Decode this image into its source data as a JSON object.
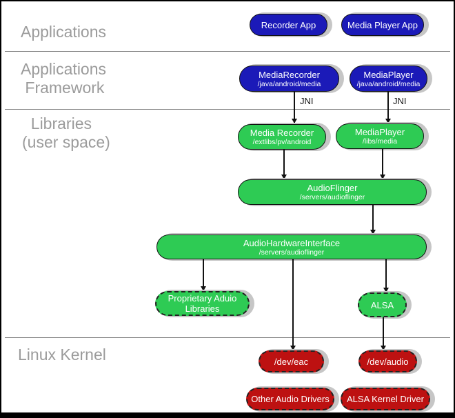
{
  "layers": {
    "applications": {
      "label": "Applications"
    },
    "framework": {
      "line1": "Applications",
      "line2": " Framework"
    },
    "libraries": {
      "line1": "  Libraries",
      "line2": "(user space)"
    },
    "kernel": {
      "label": "Linux Kernel"
    }
  },
  "nodes": {
    "recorder_app": {
      "label": "Recorder App"
    },
    "media_player_app": {
      "label": "Media Player App"
    },
    "media_recorder_fw": {
      "label": "MediaRecorder",
      "path": "/java/android/media"
    },
    "media_player_fw": {
      "label": "MediaPlayer",
      "path": "/java/android/media"
    },
    "media_recorder_lib": {
      "label": "Media Recorder",
      "path": "/extlibs/pv/android"
    },
    "media_player_lib": {
      "label": "MediaPlayer",
      "path": "/libs/media"
    },
    "audio_flinger": {
      "label": "AudioFlinger",
      "path": "/servers/audioflinger"
    },
    "audio_hardware_interface": {
      "label": "AudioHardwareInterface",
      "path": "/servers/audioflinger"
    },
    "proprietary_audio": {
      "line1": "Proprietary Aduio",
      "line2": "Libraries"
    },
    "alsa": {
      "label": "ALSA"
    },
    "dev_eac": {
      "label": "/dev/eac"
    },
    "dev_audio": {
      "label": "/dev/audio"
    },
    "other_audio_drivers": {
      "label": "Other Audio Drivers"
    },
    "alsa_kernel_driver": {
      "label": "ALSA Kernel Driver"
    }
  },
  "annotations": {
    "jni_left": "JNI",
    "jni_right": "JNI"
  },
  "colors": {
    "app_blue": "#1b1ab8",
    "lib_green": "#2ecb54",
    "kernel_red": "#bd1111",
    "label_gray": "#9b9b9b",
    "shadow_gray": "#c6c6c6"
  }
}
